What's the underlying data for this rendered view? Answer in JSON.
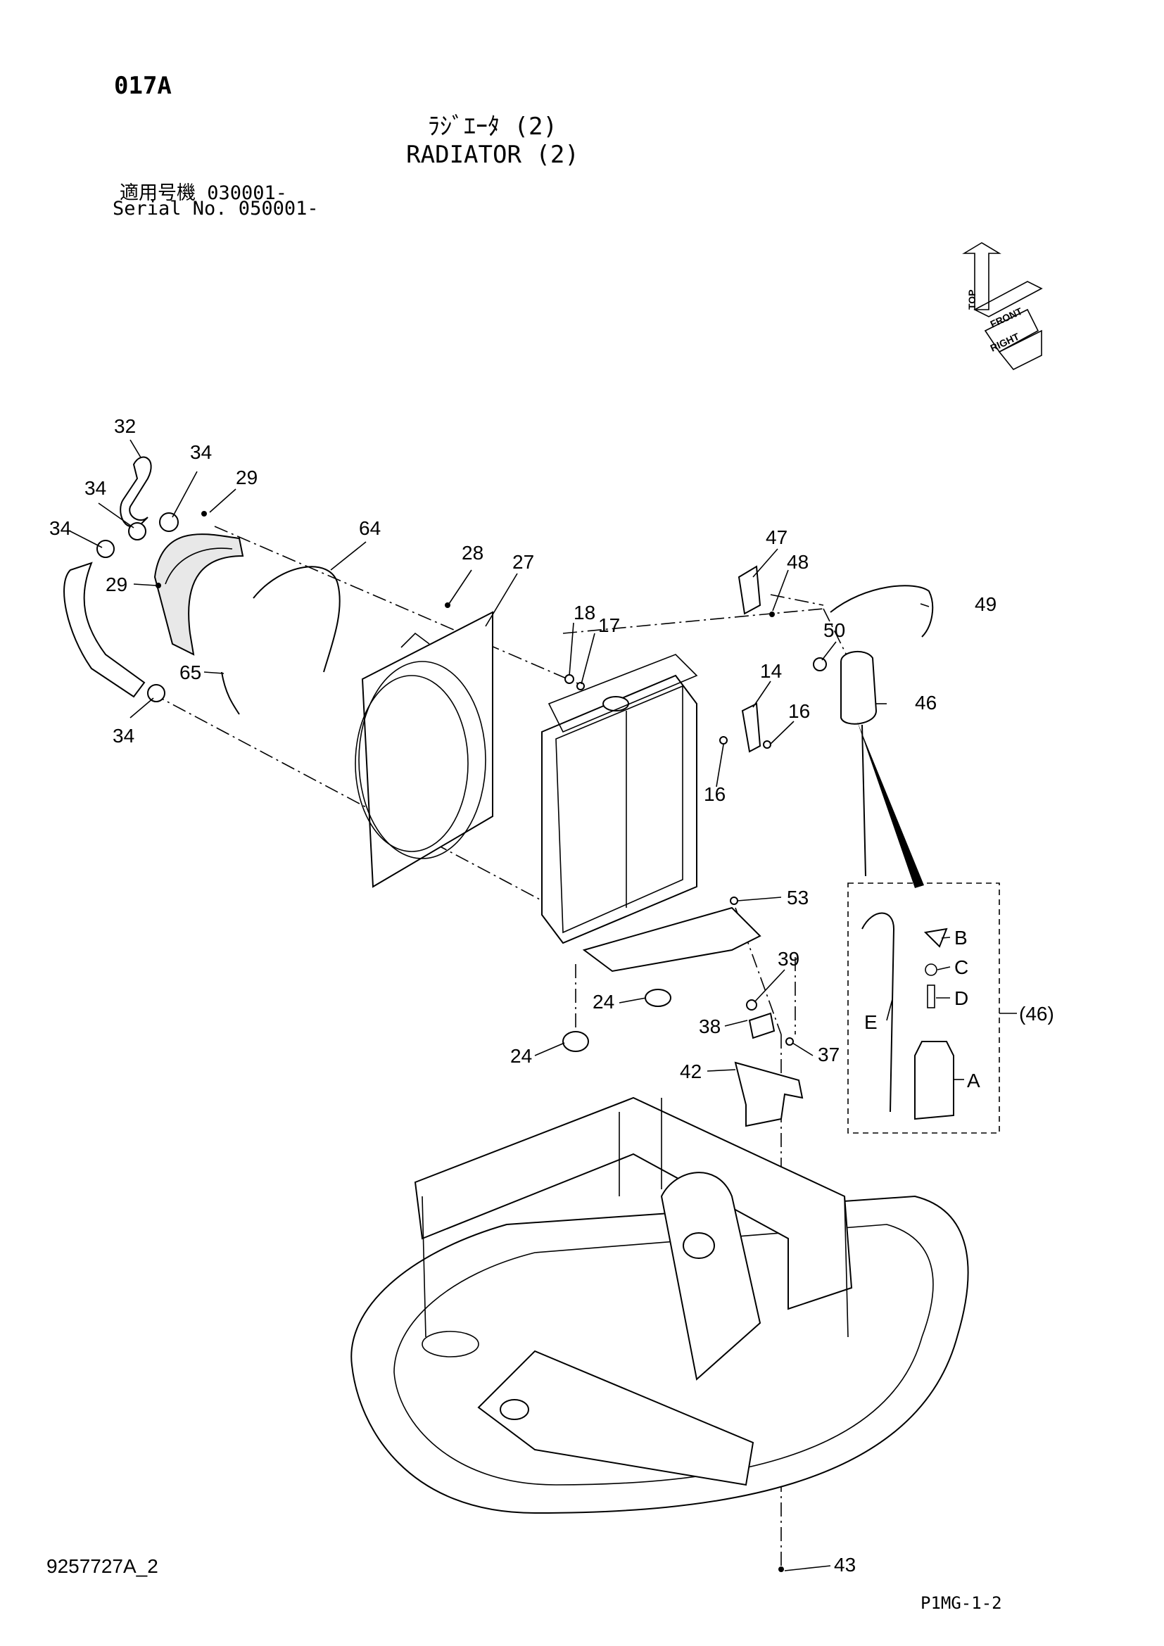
{
  "header": {
    "page_code": "017A",
    "title_jp": "ﾗｼﾞｴｰﾀ (2)",
    "title_en": "RADIATOR (2)",
    "serial_jp": "適用号機  030001-",
    "serial_en": "Serial No. 050001-"
  },
  "orientation_icon": {
    "icon": "orientation-cube-icon",
    "labels": [
      "TOP",
      "FRONT",
      "RIGHT"
    ]
  },
  "callouts": {
    "c32": "32",
    "c34a": "34",
    "c34b": "34",
    "c34c": "34",
    "c34d": "34",
    "c29a": "29",
    "c29b": "29",
    "c64": "64",
    "c65": "65",
    "c28": "28",
    "c27": "27",
    "c18": "18",
    "c17": "17",
    "c47": "47",
    "c48": "48",
    "c49": "49",
    "c50": "50",
    "c14": "14",
    "c16a": "16",
    "c16b": "16",
    "c46": "46",
    "c53": "53",
    "c39": "39",
    "c24a": "24",
    "c24b": "24",
    "c38": "38",
    "c37": "37",
    "c42": "42",
    "c43": "43",
    "cB": "B",
    "cC": "C",
    "cD": "D",
    "cE": "E",
    "cA": "A",
    "c46p": "(46)"
  },
  "footer": {
    "doc_code": "9257727A_2",
    "page_ref": "P1MG-1-2"
  }
}
